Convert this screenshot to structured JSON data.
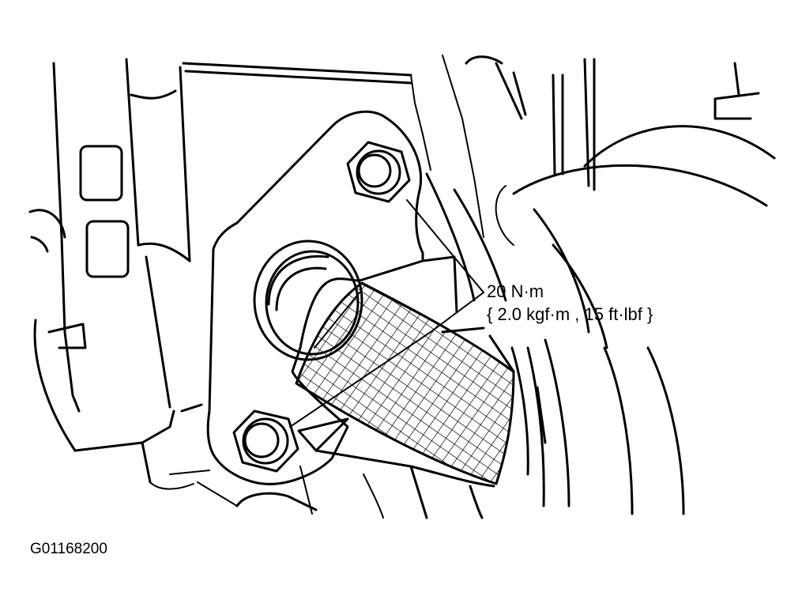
{
  "callout": {
    "torque_nm": "20 N·m",
    "torque_alt": "{ 2.0 kgf·m , 15 ft·lbf }"
  },
  "figure_id": "G01168200",
  "colors": {
    "line": "#000000",
    "background": "#ffffff"
  }
}
